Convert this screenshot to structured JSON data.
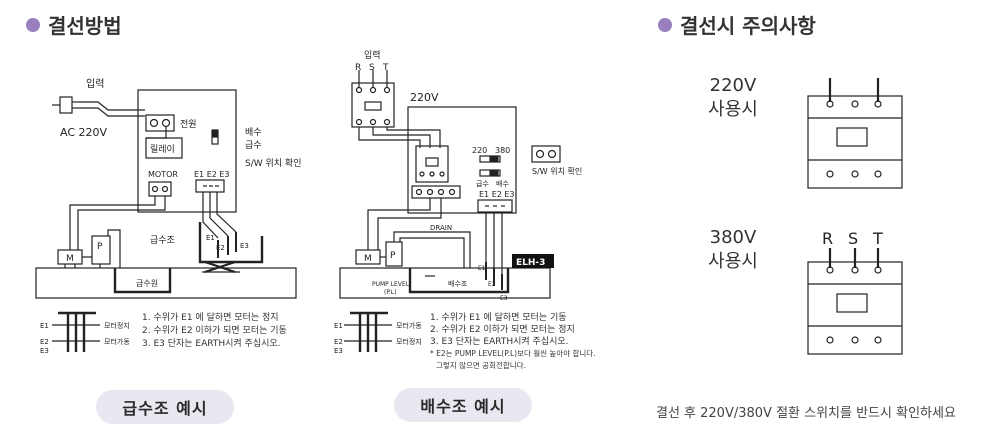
{
  "left_section": {
    "title": "결선방법",
    "supply": {
      "caption": "급수조 예시",
      "labels": {
        "input": "입력",
        "ac": "AC 220V",
        "power": "전원",
        "relay": "릴레이",
        "motor": "MOTOR",
        "electrodes": "E1 E2 E3",
        "drain": "배수",
        "supply": "급수",
        "sw_check": "S/W 위치 확인",
        "tank": "급수조",
        "source": "급수원",
        "m": "M",
        "p": "P",
        "e1": "E1",
        "e2": "E2",
        "e3": "E3",
        "lev_stop": "모터정지",
        "lev_run": "모터가동"
      },
      "notes": [
        "1. 수위가 E1 에 달하면 모터는 정지",
        "2. 수위가 E2 이하가 되면 모터는 기동",
        "3. E3 단자는 EARTH시켜 주십시오."
      ]
    },
    "drain": {
      "caption": "배수조 예시",
      "labels": {
        "input": "입력",
        "r": "R",
        "s": "S",
        "t": "T",
        "v220": "220V",
        "sel220": "220",
        "sel380": "380",
        "supply": "급수",
        "drain": "배수",
        "sw_check": "S/W 위치 확인",
        "electrodes": "E1 E2 E3",
        "drain_word": "DRAIN",
        "elh": "ELH-3",
        "pump_level": "PUMP LEVEL",
        "pl": "(P.L)",
        "tank": "배수조",
        "m": "M",
        "p": "P",
        "e1": "E1",
        "e2": "E2",
        "e3": "E3",
        "lev_run": "모터가동",
        "lev_stop": "모터정지"
      },
      "notes": [
        "1. 수위가 E1 에 달하면 모터는 기동",
        "2. 수위가 E2 이하가 되면 모터는 정지",
        "3. E3 단자는 EARTH시켜 주십시오.",
        "* E2는 PUMP LEVEL(P.L)보다 훨씬 높아야 합니다.",
        "그렇지 않으면 공회전합니다."
      ]
    }
  },
  "right_section": {
    "title": "결선시 주의사항",
    "v220": {
      "line1": "220V",
      "line2": "사용시"
    },
    "v380": {
      "line1": "380V",
      "line2": "사용시",
      "r": "R",
      "s": "S",
      "t": "T"
    },
    "footer": "결선 후 220V/380V 절환 스위치를 반드시 확인하세요"
  },
  "colors": {
    "accent": "#9a7fbf",
    "pill": "#ebe7f0"
  }
}
